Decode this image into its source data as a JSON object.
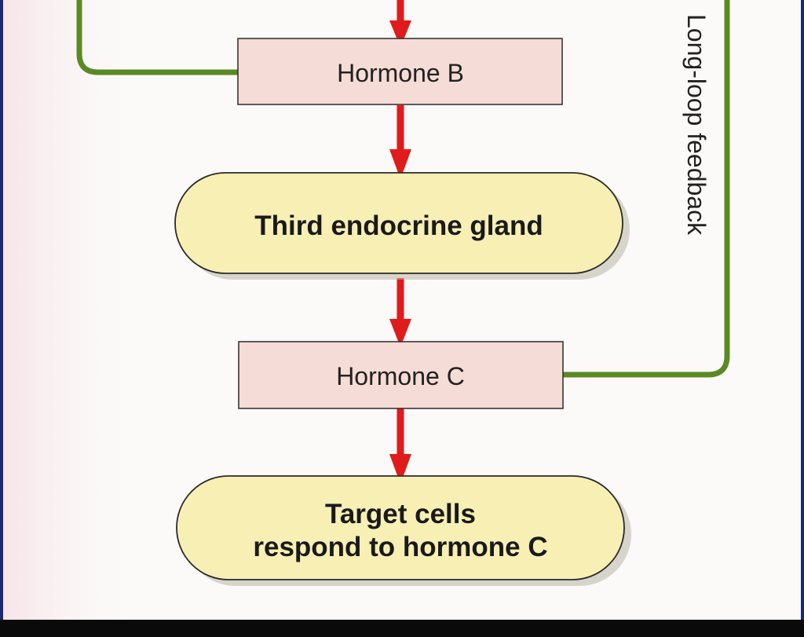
{
  "diagram": {
    "nodes": {
      "hormone_b": "Hormone B",
      "third_gland": "Third endocrine gland",
      "hormone_c": "Hormone C",
      "target_line1": "Target cells",
      "target_line2": "respond to hormone C"
    },
    "feedback_label": "Long-loop feedback",
    "colors": {
      "arrow": "#e01b1b",
      "feedback_line": "#5a8a24",
      "hormone_box": "#f6dcd6",
      "gland_fill": "#f8efb4",
      "outline": "#2a2a2a"
    }
  }
}
